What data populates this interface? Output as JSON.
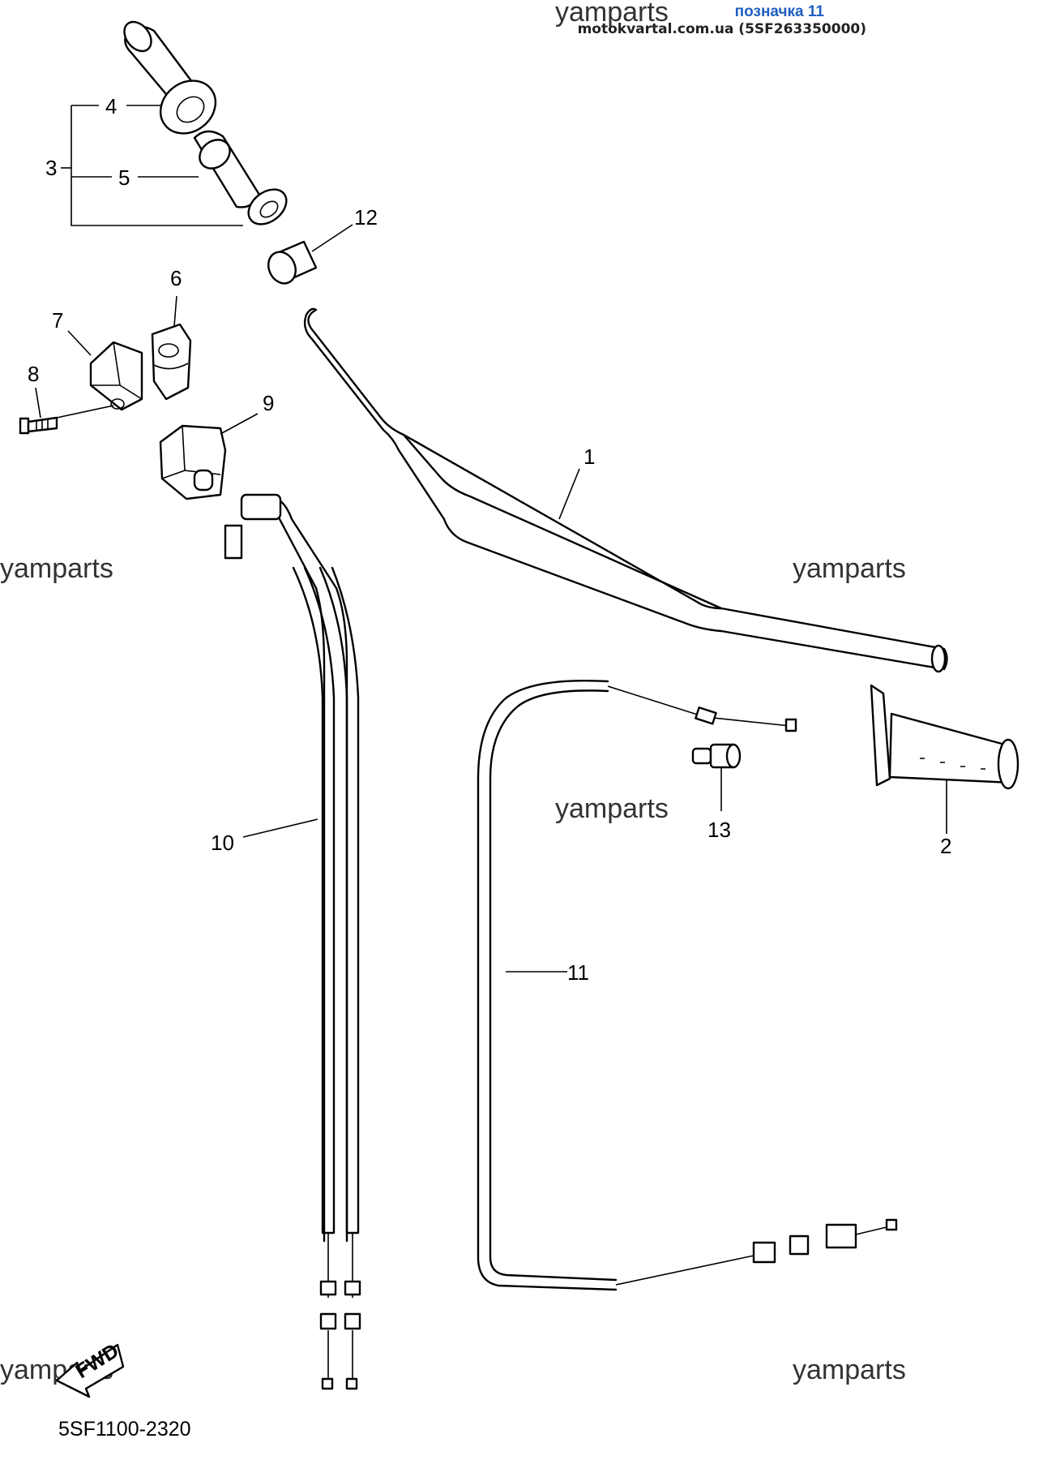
{
  "header": {
    "label": "позначка 11",
    "source": "motokvartal.com.ua (5SF263350000)"
  },
  "watermarks": [
    "yamparts",
    "yamparts",
    "yamparts",
    "yamparts",
    "yamparts",
    "yamparts"
  ],
  "callouts": {
    "c1": "1",
    "c2": "2",
    "c3": "3",
    "c4": "4",
    "c5": "5",
    "c6": "6",
    "c7": "7",
    "c8": "8",
    "c9": "9",
    "c10": "10",
    "c11": "11",
    "c12": "12",
    "c13": "13"
  },
  "fwd_arrow": "FWD",
  "diagram_code": "5SF1100-2320"
}
